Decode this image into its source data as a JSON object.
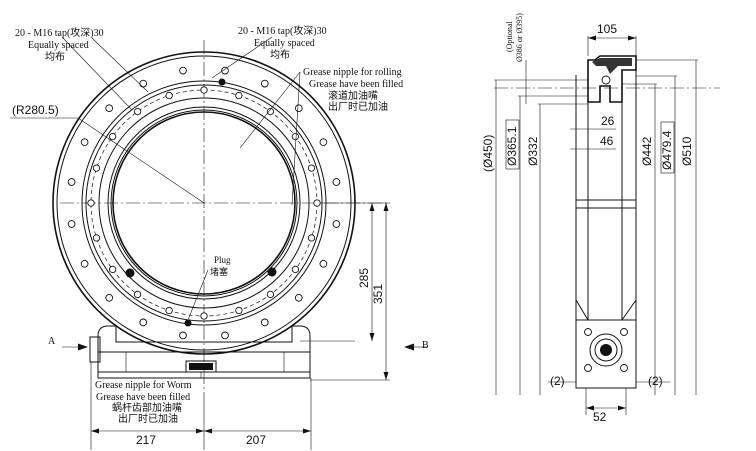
{
  "front_view": {
    "tapped_holes_left": [
      "20 - M16 tap(攻深)30",
      "Equally spaced",
      "均布"
    ],
    "tapped_holes_right": [
      "20 - M16 tap(攻深)30",
      "Equally spaced",
      "均布"
    ],
    "outer_radius": "(R280.5)",
    "grease_rolling": [
      "Grease nipple for rolling",
      "Grease have been filled",
      "滚道加油嘴",
      "出厂时已加油"
    ],
    "plug": [
      "Plug",
      "堵塞"
    ],
    "grease_worm": [
      "Grease nipple for Worm",
      "Grease have been filled",
      "蜗杆齿部加油嘴",
      "出厂时已加油"
    ],
    "section_a": "A",
    "section_b": "B",
    "height_285": "285",
    "height_351": "351",
    "width_left": "217",
    "width_right": "207"
  },
  "side_view": {
    "width_top": "105",
    "optional": [
      "(Optional",
      "Ø386 or Ø395)"
    ],
    "dia_450": "(Ø450)",
    "dia_365": "Ø365.1",
    "dia_332": "Ø332",
    "dim_26": "26",
    "dim_46": "46",
    "dia_442": "Ø442",
    "dia_479": "Ø479.4",
    "dia_510": "Ø510",
    "paren_left": "(2)",
    "paren_right": "(2)",
    "dim_52": "52"
  }
}
